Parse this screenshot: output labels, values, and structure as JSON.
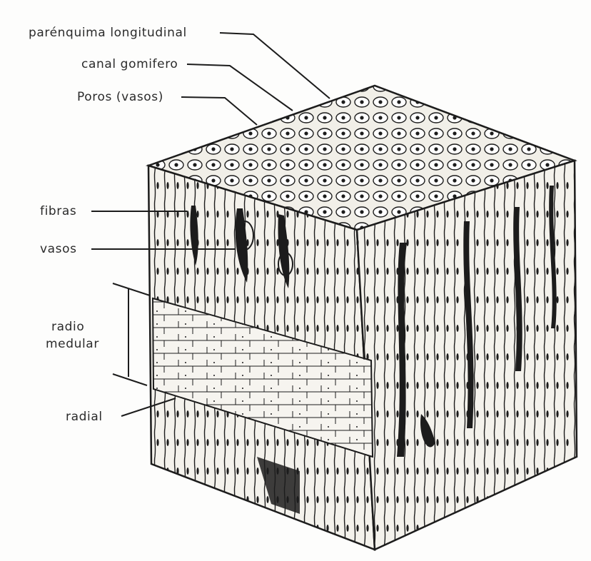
{
  "diagram": {
    "labels": {
      "parenquima": "parénquima longitudinal",
      "canal": "canal gomifero",
      "poros": "Poros (vasos)",
      "fibras": "fibras",
      "vasos": "vasos",
      "radio_line1": "radio",
      "radio_line2": "medular",
      "radial": "radial"
    },
    "colors": {
      "ink": "#1c1c1c",
      "paper": "#fdfdfc",
      "tissue": "#f4f2ec",
      "shade": "#d9d6cf"
    }
  }
}
